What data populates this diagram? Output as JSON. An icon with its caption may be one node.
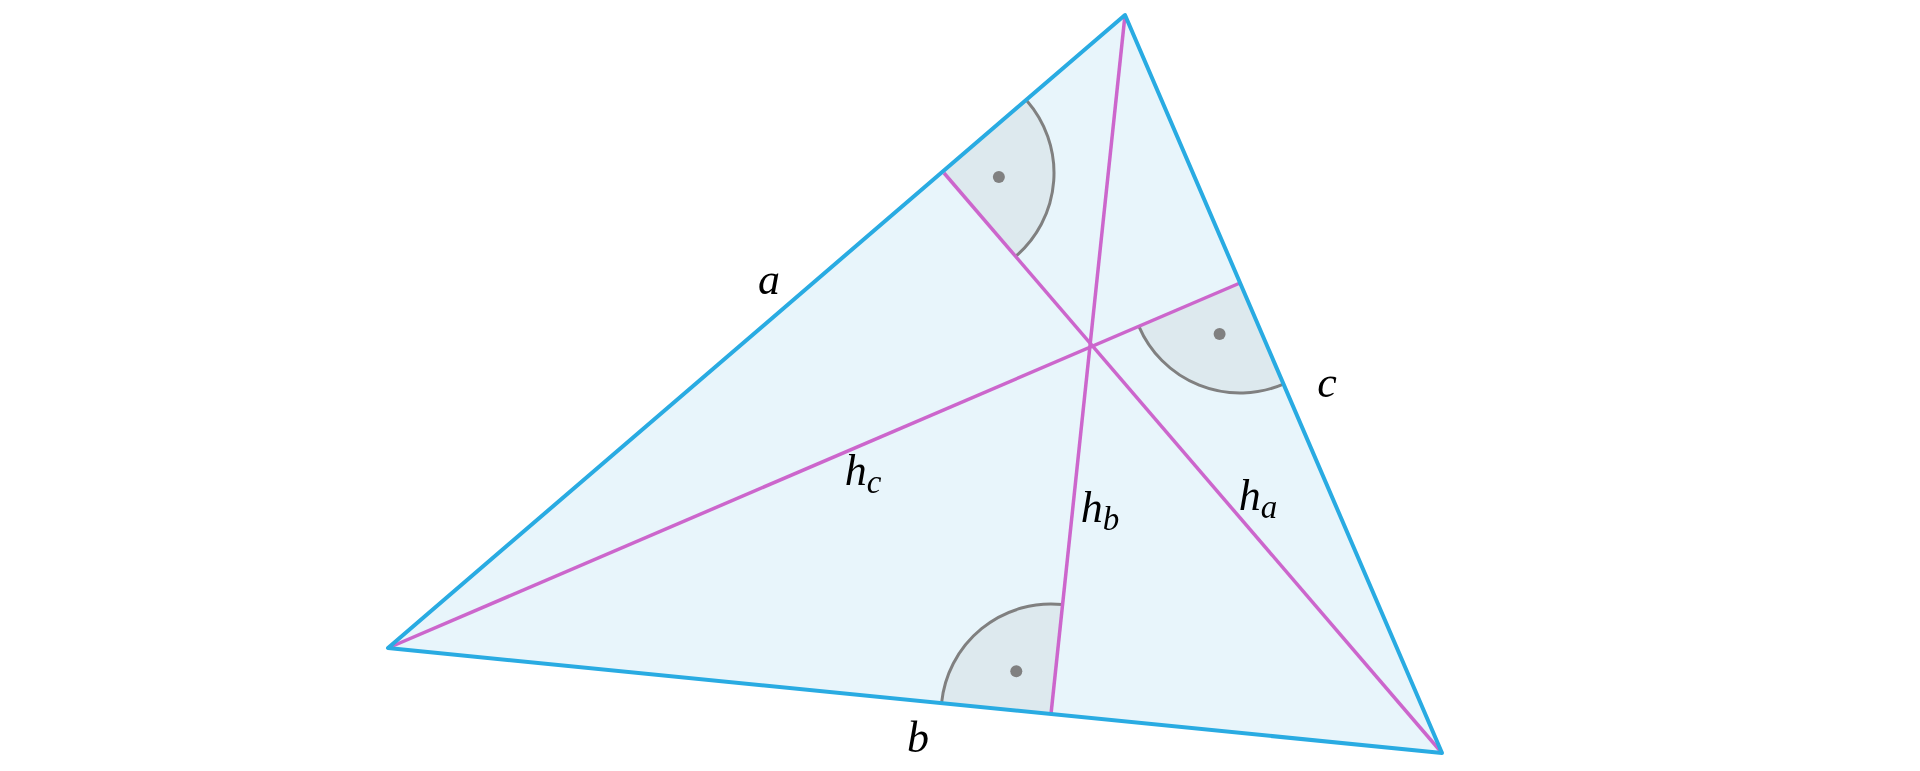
{
  "diagram": {
    "labels": [
      "a",
      "c",
      "h$_{c}$",
      "h$_{b}$",
      "h$_{a}$",
      "b"
    ]
  }
}
